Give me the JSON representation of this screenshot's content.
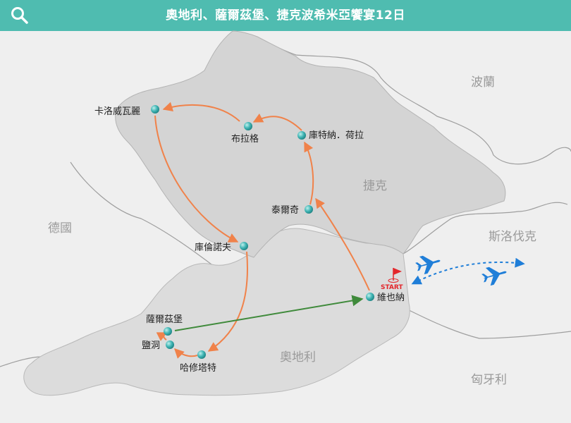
{
  "header": {
    "title": "奧地利、薩爾茲堡、捷克波希米亞饗宴12日",
    "search_icon": "search-icon"
  },
  "countries": {
    "poland": "波蘭",
    "czech": "捷克",
    "germany": "德國",
    "slovakia": "斯洛伐克",
    "austria": "奧地利",
    "hungary": "匈牙利"
  },
  "cities": {
    "karlovy_vary": "卡洛威瓦麗",
    "prague": "布拉格",
    "kutna_hora": "庫特納．荷拉",
    "telc": "泰爾奇",
    "cesky_krumlov": "庫倫諾夫",
    "salzburg": "薩爾茲堡",
    "hallein": "鹽洞",
    "hallstatt": "哈修塔特",
    "vienna": "維也納"
  },
  "start_label": "START",
  "colors": {
    "header": "#4fbcb0",
    "route": "#f0824a",
    "transfer": "#3f8a3b",
    "flight": "#1f7ed8",
    "start_flag": "#e3262b",
    "city_dot": "#3fb4b4"
  }
}
